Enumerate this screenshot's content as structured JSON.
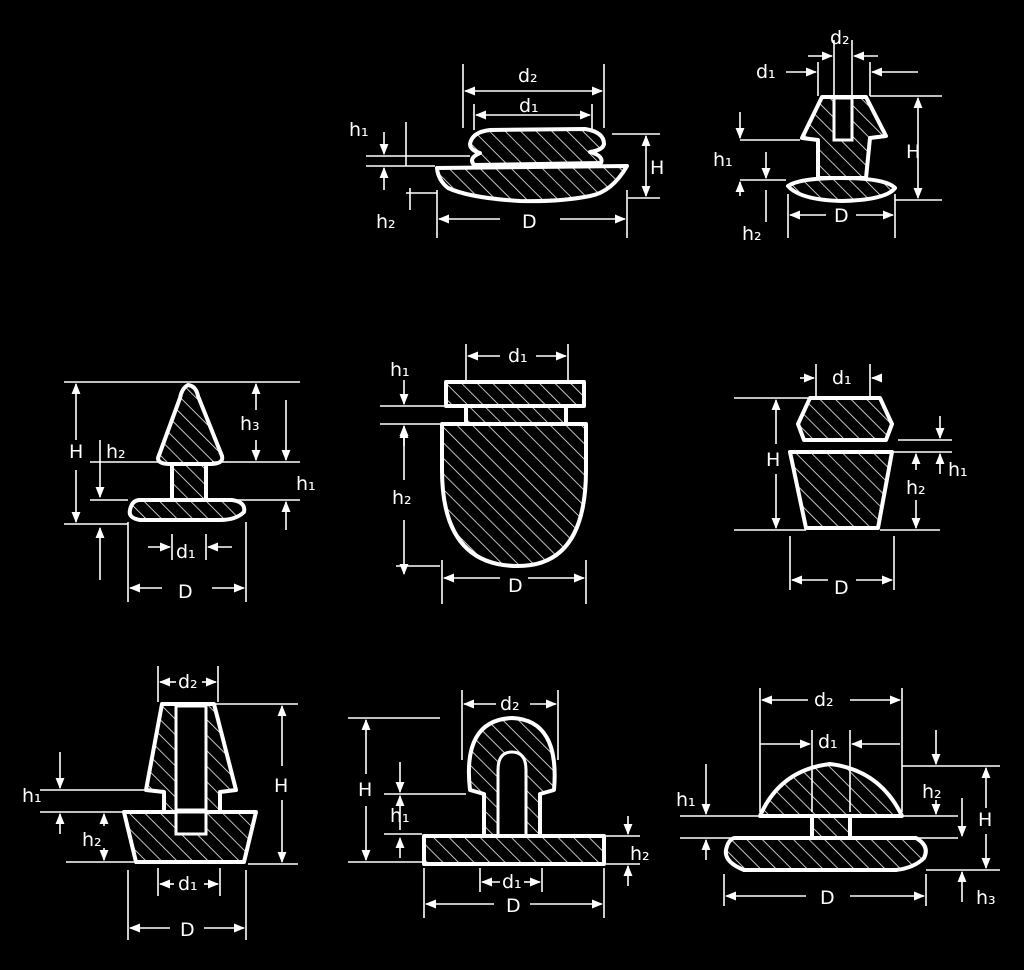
{
  "figures": [
    {
      "id": "fig1",
      "labels": {
        "d2": "d₂",
        "d1": "d₁",
        "h1": "h₁",
        "h2": "h₂",
        "H": "H",
        "D": "D"
      }
    },
    {
      "id": "fig2",
      "labels": {
        "d2": "d₂",
        "d1": "d₁",
        "h1": "h₁",
        "h2": "h₂",
        "H": "H",
        "D": "D"
      }
    },
    {
      "id": "fig3",
      "labels": {
        "H": "H",
        "h2": "h₂",
        "h3": "h₃",
        "h1": "h₁",
        "d1": "d₁",
        "D": "D"
      }
    },
    {
      "id": "fig4",
      "labels": {
        "d1": "d₁",
        "h1": "h₁",
        "h2": "h₂",
        "D": "D"
      }
    },
    {
      "id": "fig5",
      "labels": {
        "d1": "d₁",
        "H": "H",
        "h1": "h₁",
        "h2": "h₂",
        "D": "D"
      }
    },
    {
      "id": "fig6",
      "labels": {
        "d2": "d₂",
        "h1": "h₁",
        "h2": "h₂",
        "H": "H",
        "d1": "d₁",
        "D": "D"
      }
    },
    {
      "id": "fig7",
      "labels": {
        "d2": "d₂",
        "H": "H",
        "h1": "h₁",
        "h2": "h₂",
        "d1": "d₁",
        "D": "D"
      }
    },
    {
      "id": "fig8",
      "labels": {
        "d2": "d₂",
        "d1": "d₁",
        "h1": "h₁",
        "h2": "h₂",
        "H": "H",
        "h3": "h₃",
        "D": "D"
      }
    }
  ],
  "colors": {
    "background": "#000000",
    "line": "#ffffff"
  }
}
